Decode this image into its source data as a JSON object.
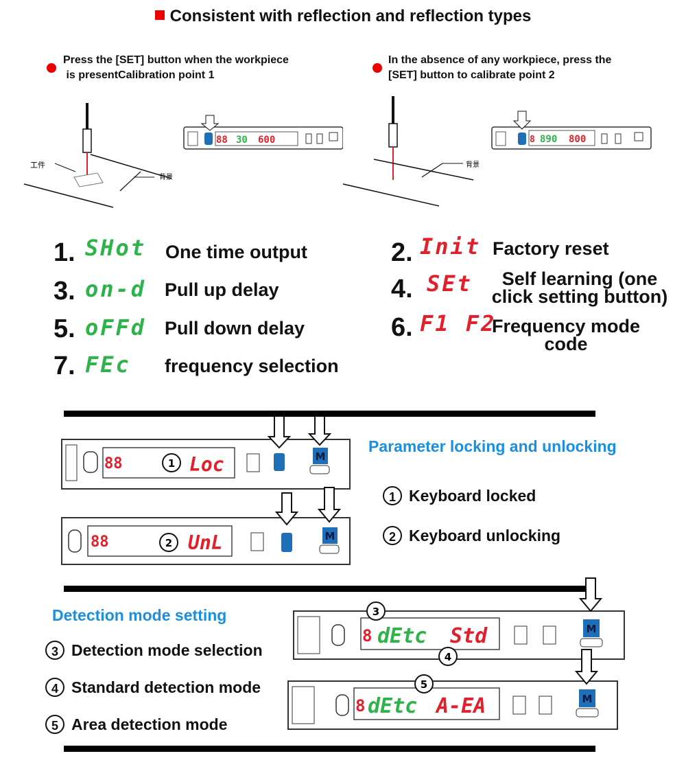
{
  "title": "Consistent with reflection and reflection types",
  "calib": [
    {
      "text1": "Press the [SET] button when the workpiece",
      "text2": " is presentCalibration point 1",
      "label_workpiece": "工件",
      "label_bg": "背景",
      "disp_green": "30",
      "disp_red": "600"
    },
    {
      "text1": "In the absence of any workpiece, press the",
      "text2": "[SET] button to calibrate point 2",
      "label_bg": "背景",
      "disp_green": "890",
      "disp_red": "800"
    }
  ],
  "codes": [
    {
      "num": "1.",
      "code": "SHot",
      "color": "green",
      "desc": "One time output"
    },
    {
      "num": "2.",
      "code": "Init",
      "color": "red",
      "desc": "Factory reset"
    },
    {
      "num": "3.",
      "code": "on-d",
      "color": "green",
      "desc": "Pull up delay"
    },
    {
      "num": "4.",
      "code": "SEt",
      "color": "red",
      "desc1": "Self learning (one",
      "desc2": "click setting button)"
    },
    {
      "num": "5.",
      "code": "oFFd",
      "color": "green",
      "desc": "Pull down delay"
    },
    {
      "num": "6.",
      "code": "F1 F2",
      "color": "red",
      "desc1": "Frequency mode",
      "desc2": "code"
    },
    {
      "num": "7.",
      "code": "FEc",
      "color": "green",
      "desc": "frequency selection"
    }
  ],
  "lock": {
    "heading": "Parameter locking and unlocking",
    "items": [
      {
        "n": "1",
        "label": "Keyboard locked"
      },
      {
        "n": "2",
        "label": "Keyboard unlocking"
      }
    ],
    "displays": [
      {
        "n": "1",
        "code": "Loc"
      },
      {
        "n": "2",
        "code": "UnL"
      }
    ],
    "m_label": "M"
  },
  "detect": {
    "heading": "Detection mode setting",
    "items": [
      {
        "n": "3",
        "label": "Detection mode selection"
      },
      {
        "n": "4",
        "label": "Standard detection mode"
      },
      {
        "n": "5",
        "label": "Area detection mode"
      }
    ],
    "displays": [
      {
        "green": "dEtc",
        "red": "Std"
      },
      {
        "green": "dEtc",
        "red": "A-EA"
      }
    ]
  },
  "colors": {
    "accent": "#1a8fe0",
    "red": "#e0202a",
    "green": "#2db34a",
    "button_blue": "#1f6fb8"
  }
}
